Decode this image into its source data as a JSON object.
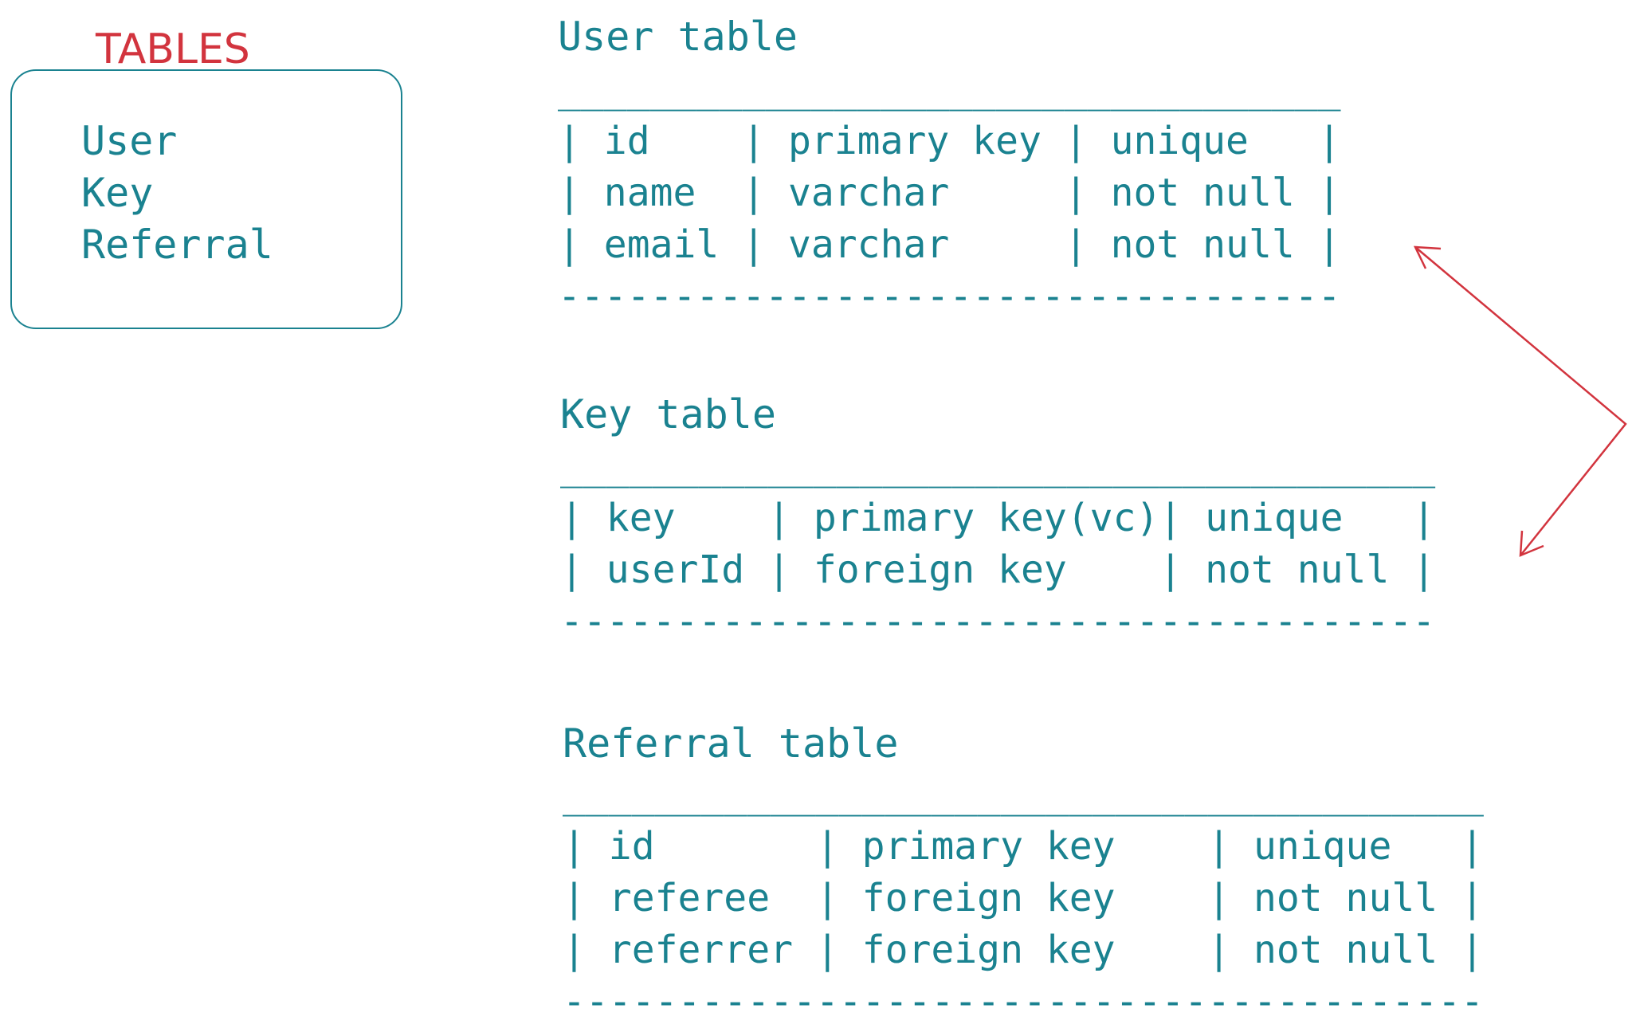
{
  "tables_panel": {
    "title": "TABLES",
    "items": [
      "User",
      "Key",
      "Referral"
    ]
  },
  "user_table": {
    "title": "User table",
    "rule": "__________________________________",
    "rule_bottom": "----------------------------------",
    "rows": [
      "| id    | primary key | unique   |",
      "| name  | varchar     | not null |",
      "| email | varchar     | not null |"
    ]
  },
  "key_table": {
    "title": "Key table",
    "rule": "______________________________________",
    "rule_bottom": "--------------------------------------",
    "rows": [
      "| key    | primary key(vc)| unique   |",
      "| userId | foreign key    | not null |"
    ]
  },
  "referral_table": {
    "title": "Referral table",
    "rule": "________________________________________",
    "rule_bottom": "----------------------------------------",
    "rows": [
      "| id       | primary key    | unique   |",
      "| referee  | foreign key    | not null |",
      "| referrer | foreign key    | not null |"
    ]
  },
  "colors": {
    "ink": "#1a8290",
    "accent": "#d2343e",
    "background": "#ffffff"
  }
}
